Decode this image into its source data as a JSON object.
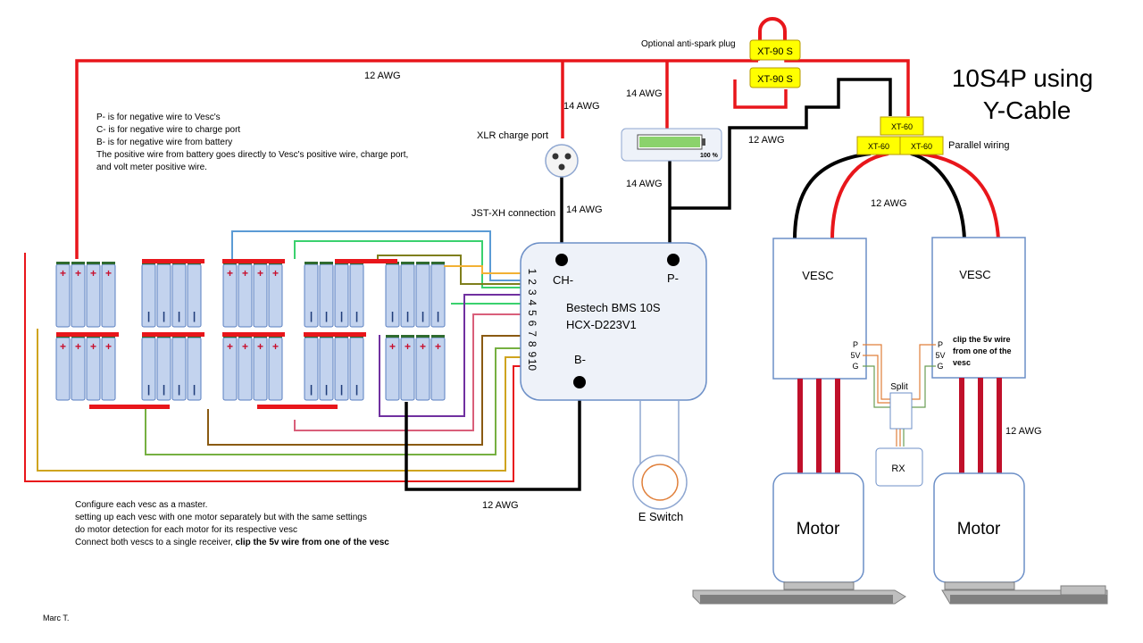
{
  "title": {
    "line1": "10S4P using",
    "line2": "Y-Cable"
  },
  "anti_spark": {
    "label": "Optional anti-spark plug",
    "plug_top": "XT-90 S",
    "plug_bottom": "XT-90 S"
  },
  "xt60": {
    "top": "XT-60",
    "left": "XT-60",
    "right": "XT-60",
    "parallel_label": "Parallel wiring"
  },
  "awg": {
    "top_main": "12 AWG",
    "charge_port_upper": "14 AWG",
    "charge_port_lower": "14 AWG",
    "meter_upper": "14 AWG",
    "meter_lower": "14 AWG",
    "to_xt60": "12 AWG",
    "vesc_pair": "12 AWG",
    "motor": "12 AWG",
    "b_minus": "12 AWG"
  },
  "notes": [
    "P- is for negative wire to Vesc's",
    "C- is for negative wire to charge port",
    "B- is for negative wire from battery",
    "The positive wire from battery goes directly to Vesc's positive wire, charge port,",
    "and volt meter positive wire."
  ],
  "xlr": {
    "label": "XLR charge port"
  },
  "jst": {
    "label": "JST-XH connection"
  },
  "meter": {
    "percent": "100 %",
    "level": 1.0
  },
  "bms": {
    "name_line1": "Bestech BMS 10S",
    "name_line2": "HCX-D223V1",
    "ch": "CH-",
    "p": "P-",
    "b": "B-",
    "pins": [
      "1",
      "2",
      "3",
      "4",
      "5",
      "6",
      "7",
      "8",
      "9",
      "10"
    ]
  },
  "vesc_left": {
    "label": "VESC",
    "pins": [
      "P",
      "5V",
      "G"
    ]
  },
  "vesc_right": {
    "label": "VESC",
    "pins": [
      "P",
      "5V",
      "G"
    ],
    "note_line1": "clip the 5v wire",
    "note_line2": "from one of the",
    "note_line3": "vesc"
  },
  "split": {
    "label": "Split"
  },
  "rx": {
    "label": "RX"
  },
  "motor_left": {
    "label": "Motor"
  },
  "motor_right": {
    "label": "Motor"
  },
  "eswitch": {
    "label": "E Switch"
  },
  "config": {
    "line1": "Configure each vesc as a master.",
    "line2": "setting up each vesc with one motor separately but with the same settings",
    "line3": "do motor detection for each motor for its respective vesc",
    "line4_normal": "Connect both vescs to a single receiver, ",
    "line4_bold": "clip the 5v wire from one of the  vesc"
  },
  "author": "Marc T.",
  "colors": {
    "positive": "#e8161b",
    "negative": "#000000",
    "cell_fill": "#c3d3ee",
    "connector_yellow": "#ffff00",
    "bms_fill": "#eef2f9",
    "bms_stroke": "#6c8fc7"
  }
}
